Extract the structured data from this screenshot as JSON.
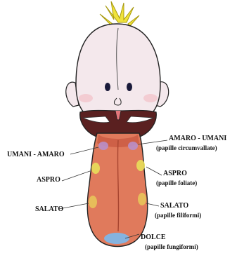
{
  "diagram": {
    "labels": {
      "amaro_umani_right": "AMARO - UMANI",
      "papille_circumvallate": "(papille circumvallate)",
      "umani_amaro_left": "UMANI - AMARO",
      "aspro_left": "ASPRO",
      "aspro_right": "ASPRO",
      "papille_foliate": "(papille foliate)",
      "salato_left": "SALATO",
      "salato_right": "SALATO",
      "papille_filiformi": "(papille filiformi)",
      "dolce": "DOLCE",
      "papille_fungiformi": "(papille fungiformi)"
    },
    "colors": {
      "skin": "#f4e8ec",
      "tongue": "#e07a5c",
      "tongue_dark": "#c95a42",
      "hair": "#f0e33a",
      "amaro_umani_zone": "#b98fc8",
      "aspro_zone": "#e8df5a",
      "salato_zone": "#e8c45a",
      "dolce_zone": "#7fb6e6",
      "outline": "#222222"
    }
  }
}
